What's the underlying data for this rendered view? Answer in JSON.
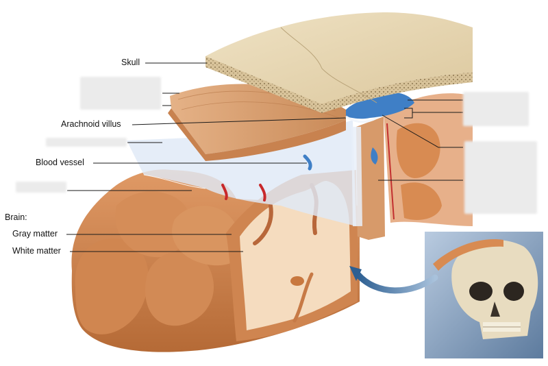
{
  "labels": {
    "skull": "Skull",
    "arachnoid_villus": "Arachnoid villus",
    "blood_vessel": "Blood vessel",
    "brain": "Brain:",
    "gray_matter": "Gray matter",
    "white_matter": "White matter"
  },
  "hidden_labels": [
    {
      "name": "dura-mater-label-mask"
    },
    {
      "name": "arachnoid-mater-label-mask"
    },
    {
      "name": "pia-mater-label-mask"
    },
    {
      "name": "right-upper-label-mask"
    },
    {
      "name": "right-lower-label-mask"
    }
  ],
  "colors": {
    "bone": "#e7d7b4",
    "spongy_bone": "#c9b48c",
    "dura": "#d9a070",
    "arachnoid": "#dfe9f6",
    "gray_matter": "#d48a52",
    "white_matter": "#f4d8b9",
    "blood_red": "#c8282a",
    "sinus_blue": "#3f7fc6",
    "skull_bg": "#8aa6c2"
  }
}
